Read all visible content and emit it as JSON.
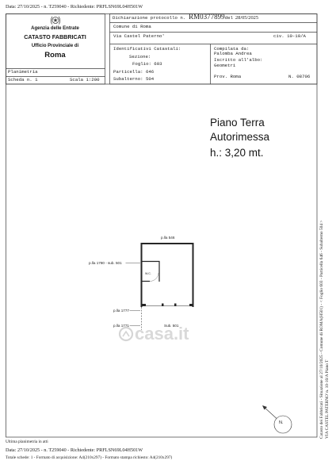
{
  "header_meta": "Data: 27/10/2025 - n. T259040 - Richiedente: PRFLSN69L04H501W",
  "agency": {
    "name": "Agenzia delle Entrate",
    "registry": "CATASTO FABBRICATI",
    "office": "Ufficio Provinciale di",
    "city": "Roma"
  },
  "sheet": {
    "type": "Planimetria",
    "scheda": "Scheda n. 1",
    "scale": "Scala 1:200"
  },
  "declaration": {
    "label": "Dichiarazione protocollo n.",
    "number": "RM0377899",
    "del": "del",
    "date": "28/05/2025"
  },
  "comune": "Comune di Roma",
  "address": {
    "street": "Via Castel Paterno'",
    "civic": "civ. 10-10/A"
  },
  "identifiers": {
    "title": "Identificativi Catastali:",
    "sezione": "Sezione:",
    "foglio_label": "Foglio:",
    "foglio": "603",
    "particella_label": "Particella:",
    "particella": "646",
    "subalterno_label": "Subalterno:",
    "subalterno": "504"
  },
  "compiler": {
    "label": "Compilata da:",
    "name": "Palomba Andrea",
    "register_label": "Iscritto all'albo:",
    "register": "Geometri",
    "province": "Prov. Roma",
    "number": "N. 08706"
  },
  "plan": {
    "floor": "Piano Terra",
    "use": "Autorimessa",
    "height": "h.: 3,20 mt.",
    "label_north": "p.lla 546",
    "label_west": "p.lla 1780 - sub. 501",
    "label_wc": "W.C.",
    "label_1777": "p.lla 1777",
    "label_1771": "p.lla 1771",
    "label_south": "Sub. 501",
    "north_mark": "N."
  },
  "watermark": "casa.it",
  "side_text": {
    "line1": "Catasto dei Fabbricati - Situazione al 27/10/2025 - Comune di ROMA(H501) - < Foglio 603 - Particella 646 - Subalterno 504 >",
    "line2": "VIA CASTEL PATERNO' n. 10-10/A Piano T"
  },
  "footer": {
    "note": "Ultima planimetria in atti",
    "request": "Data: 27/10/2025 - n. T259040 - Richiedente: PRFLSN69L04H501W",
    "totals": "Totale schede: 1 - Formato di acquisizione: A4(210x297) - Formato stampa richiesto: A4(210x297)"
  },
  "icons": {
    "emblem": "emblem-icon",
    "north_arrow": "north-arrow-icon",
    "watermark_logo": "watermark-logo-icon"
  },
  "colors": {
    "ink": "#222222",
    "paper": "#ffffff",
    "watermark": "#d8d8d8"
  }
}
